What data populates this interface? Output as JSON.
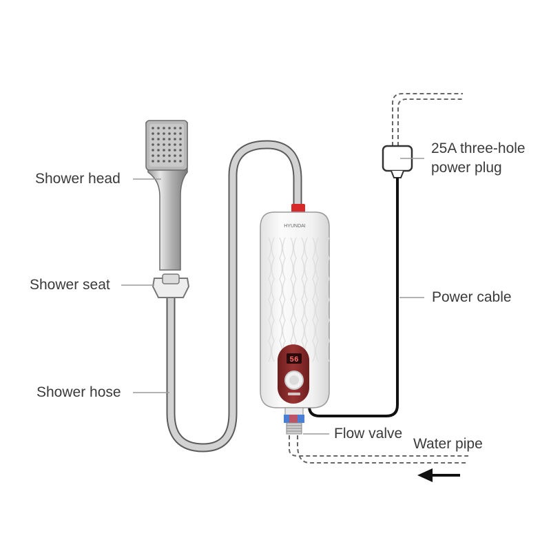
{
  "labels": {
    "shower_head": "Shower head",
    "shower_seat": "Shower seat",
    "shower_hose": "Shower hose",
    "plug_line1": "25A three-hole",
    "plug_line2": "power plug",
    "power_cable": "Power cable",
    "flow_valve": "Flow valve",
    "water_pipe": "Water pipe"
  },
  "heater": {
    "brand": "HYUNDAI",
    "display_value": "56"
  },
  "colors": {
    "hose": "#bdbdbd",
    "cable": "#111111",
    "heater_body": "#f4f4f4",
    "control_panel": "#8a2a2a",
    "hose_connector": "#d62a2a",
    "leader_line": "#9a9a9a"
  },
  "icons": [
    "shower-head-icon",
    "shower-seat-icon",
    "power-plug-icon",
    "water-heater-icon",
    "flow-valve-icon",
    "flow-direction-arrow-icon"
  ]
}
